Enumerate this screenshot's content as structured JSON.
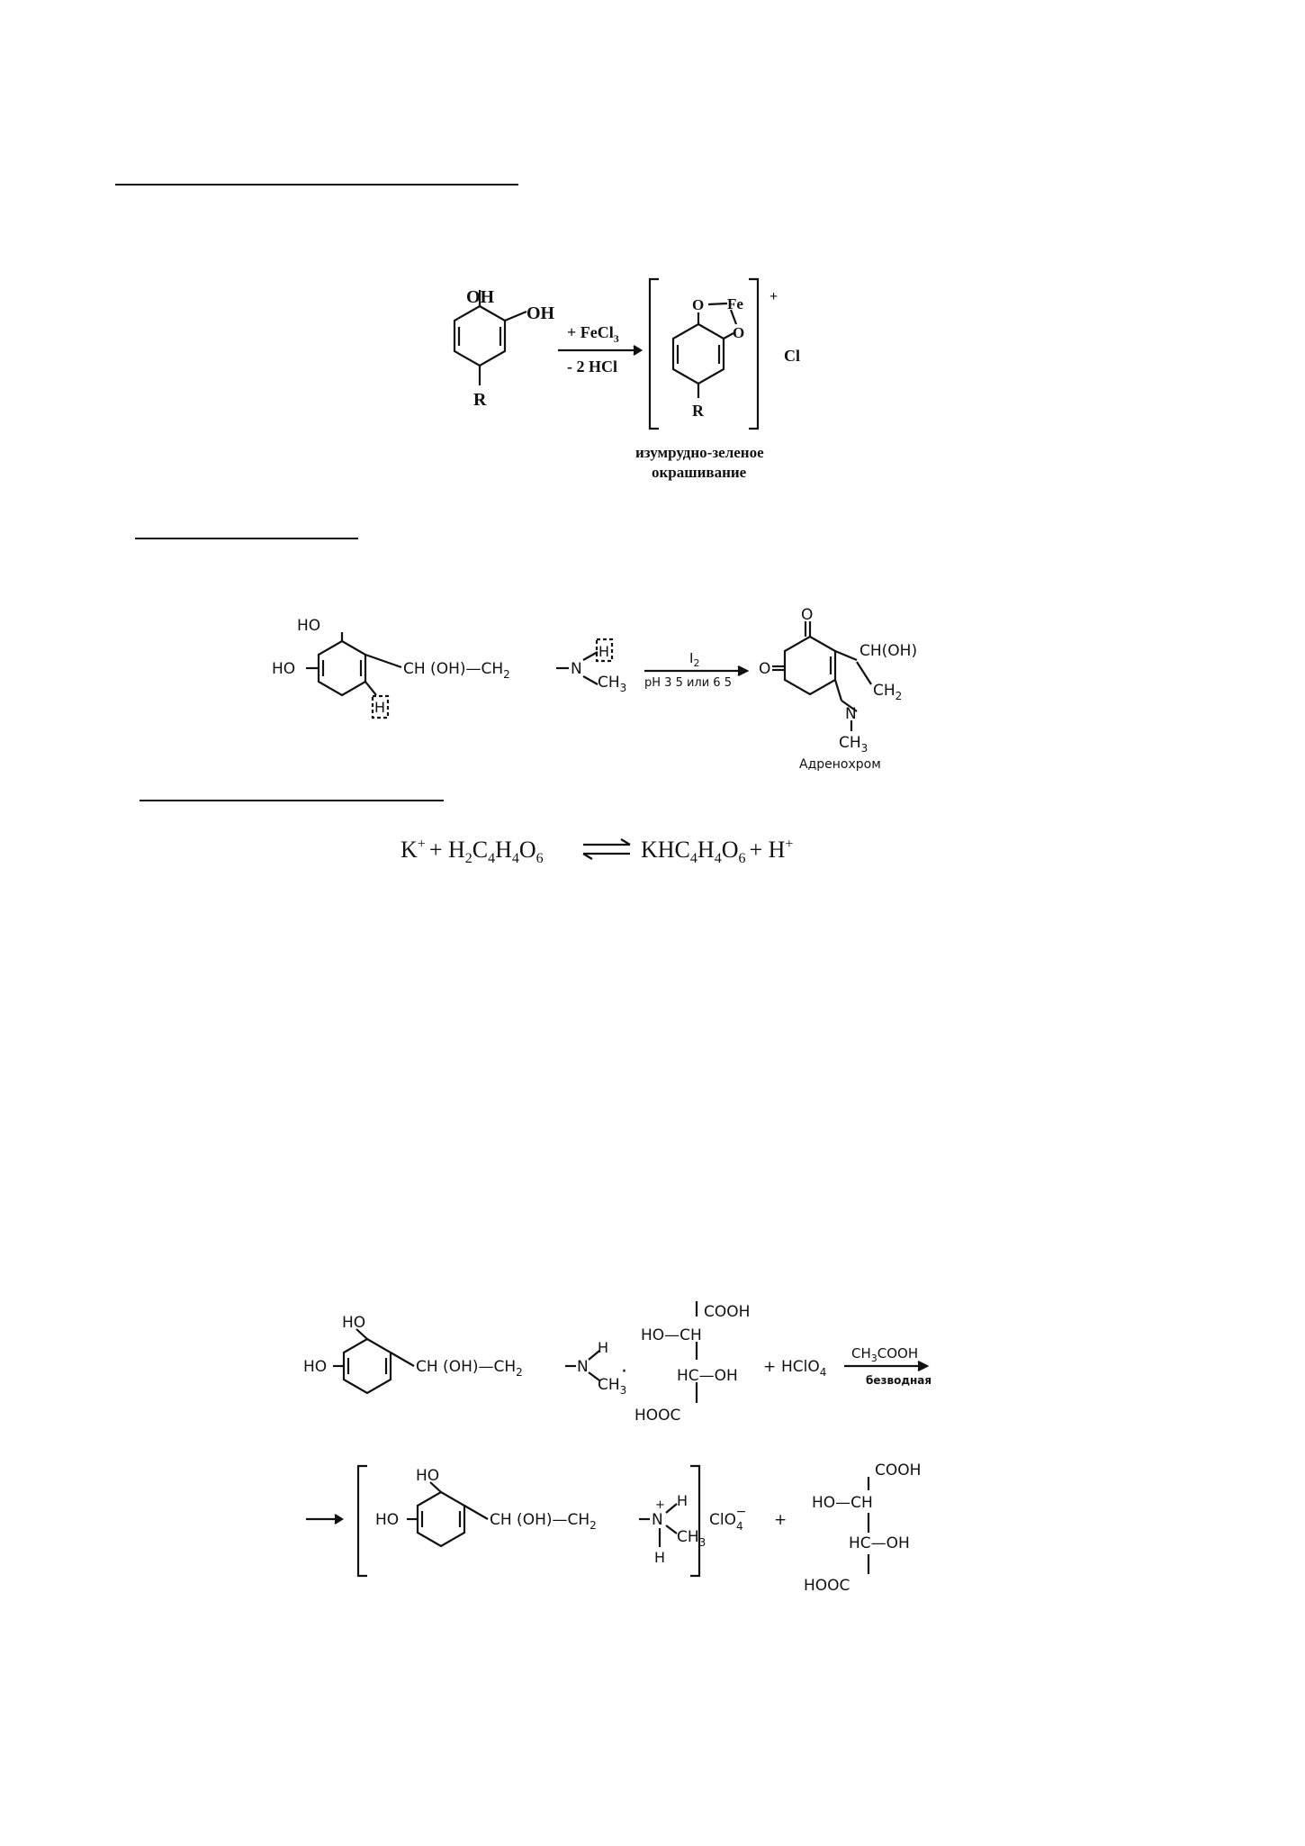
{
  "fecl3_scheme": {
    "oh_top": "OH",
    "oh_right": "OH",
    "r_left": "R",
    "reagent": "+ FeCl",
    "reagent_sub": "3",
    "byproduct": "- 2 HCl",
    "fe": "Fe",
    "o_left": "O",
    "o_right": "O",
    "r_complex": "R",
    "charge": "+",
    "counter_ion": "Cl",
    "color_line1": "изумрудно-зеленое",
    "color_line2": "окрашивание"
  },
  "iodine_scheme": {
    "ho_top": "HO",
    "ho_left": "HO",
    "chain": "CH (OH)—CH",
    "chain_sub": "2",
    "n": "N",
    "h_box": "H",
    "ch3": "CH",
    "ch3_sub": "3",
    "h_ring_box": "H",
    "reagent": "I",
    "reagent_sub": "2",
    "conditions": "pH 3 5 или 6 5",
    "o_top": "O",
    "o_left": "O",
    "prod_choh": "CH(OH)",
    "prod_ch2": "CH",
    "prod_ch2_sub": "2",
    "prod_n": "N",
    "prod_ch3": "CH",
    "prod_ch3_sub": "3",
    "product_name": "Адренохром"
  },
  "tartrate_equation": {
    "k": "K",
    "plus1": "+",
    "h2c4h4o6": "+ H",
    "acid_subs": [
      "2",
      "4",
      "4",
      "6"
    ],
    "khc": "KHC",
    "plus_h": "+ H",
    "plus2": "+"
  },
  "perchlorate_scheme": {
    "ho_top": "HO",
    "ho_left": "HO",
    "chain": "CH (OH)—CH",
    "chain_sub": "2",
    "n": "N",
    "h": "H",
    "ch3": "CH",
    "ch3_sub": "3",
    "dot": "·",
    "cooh_top": "COOH",
    "ho_ch": "HO—CH",
    "hc_oh": "HC—OH",
    "hooc": "HOOC",
    "plus": "+",
    "hclo4": "HClO",
    "hclo4_sub": "4",
    "solvent": "CH",
    "solvent_sub": "3",
    "solvent_rest": "COOH",
    "solvent_note": "безводная",
    "prod_ho_top": "HO",
    "prod_ho_left": "HO",
    "prod_chain": "CH (OH)—CH",
    "prod_chain_sub": "2",
    "prod_n": "N",
    "prod_plus": "+",
    "prod_h_top": "H",
    "prod_h_bottom": "H",
    "prod_ch3": "CH",
    "prod_ch3_sub": "3",
    "clo4": "ClO",
    "clo4_sub": "4",
    "clo4_charge": "−",
    "plus2": "+",
    "acid_cooh": "COOH",
    "acid_ho_ch": "HO—CH",
    "acid_hc_oh": "HC—OH",
    "acid_hooc": "HOOC"
  }
}
